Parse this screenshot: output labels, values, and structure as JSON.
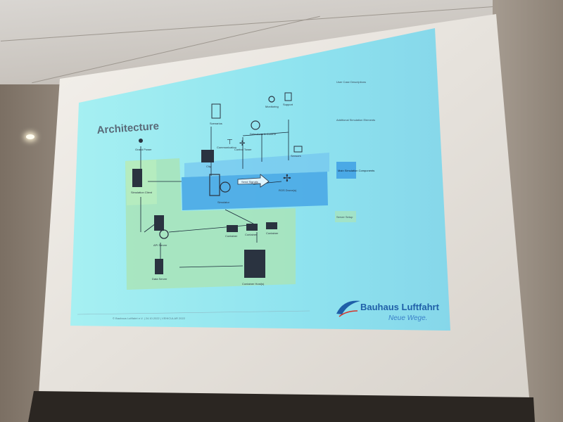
{
  "slide": {
    "title": "Architecture",
    "labels": {
      "grand_power": "Grand Power",
      "scenarios": "Scenarios",
      "monitoring": "Monitoring",
      "support": "Support",
      "communication": "Communication",
      "control_tower": "Control Tower",
      "sensors_control": "Detections & Control",
      "city": "City",
      "sensors": "Sensors",
      "simulator": "Simulator",
      "send_signals": "Send Signals",
      "ros_drones": "ROS Drone(s)",
      "user_client": "Simulation Client",
      "api_server": "API Server",
      "data_server": "Data Server",
      "container_1": "Container",
      "container_2": "Container",
      "container_3": "Container",
      "container_hosts": "Container Host(s)"
    },
    "side_notes": [
      "User Case Descriptions",
      "Additional Simulation Elements",
      "Main Simulation Components",
      "Server Setup"
    ],
    "footer": "© Bauhaus Luftfahrt e.V.   |   24.10.2022   |   VEHICULAR 2022",
    "logo": {
      "name": "Bauhaus Luftfahrt",
      "tagline": "Neue Wege."
    }
  },
  "colors": {
    "slide_bg": "#8fe3ef",
    "green_zone": "#a9e4b8",
    "blue_band": "#4aa9e6",
    "logo_blue": "#1f5fa8"
  }
}
